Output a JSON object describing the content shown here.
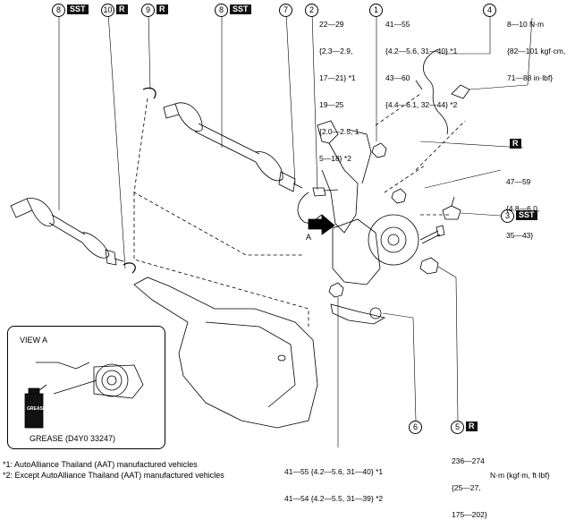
{
  "callouts": {
    "c1": {
      "number": "1"
    },
    "c2": {
      "number": "2"
    },
    "c3": {
      "number": "3",
      "badge": "SST"
    },
    "c4": {
      "number": "4"
    },
    "c5": {
      "number": "5",
      "badge": "R"
    },
    "c6": {
      "number": "6"
    },
    "c7": {
      "number": "7"
    },
    "c8a": {
      "number": "8",
      "badge": "SST"
    },
    "c8b": {
      "number": "8",
      "badge": "SST"
    },
    "c9": {
      "number": "9",
      "badge": "R"
    },
    "c10": {
      "number": "10",
      "badge": "R"
    }
  },
  "torque_specs": {
    "spec_2": [
      "22—29",
      "{2.3—2.9,",
      "17—21} *1",
      "19—25",
      "{2.0—2.5, 1",
      "5—18} *2"
    ],
    "spec_1": [
      "41—55",
      "{4.2—5.6, 31—40} *1",
      "43—60",
      "{4.4—6.1, 32—44} *2"
    ],
    "spec_4": [
      "8—10 N·m",
      "{82—101 kgf·cm,",
      "71—88 in·lbf}"
    ],
    "spec_nut": [
      "47—59",
      "{4.8—6.0,",
      "35—43}"
    ],
    "spec_5": [
      "236—274",
      "{25—27,",
      "175—202}"
    ],
    "spec_bottom": [
      "41—55 {4.2—5.6, 31—40} *1",
      "41—54 {4.2—5.5, 31—39} *2"
    ]
  },
  "r_badge_mid": "R",
  "view_a_arrow_label": "A",
  "view_a": {
    "title": "VIEW A",
    "grease_label": "GREASE (D4Y0 33247)",
    "can_label": "GREASE"
  },
  "footnotes": {
    "note1": "*1: AutoAlliance Thailand (AAT) manufactured vehicles",
    "note2": "*2: Except AutoAlliance Thailand (AAT) manufactured vehicles"
  },
  "units": "N·m {kgf·m, ft·lbf}"
}
